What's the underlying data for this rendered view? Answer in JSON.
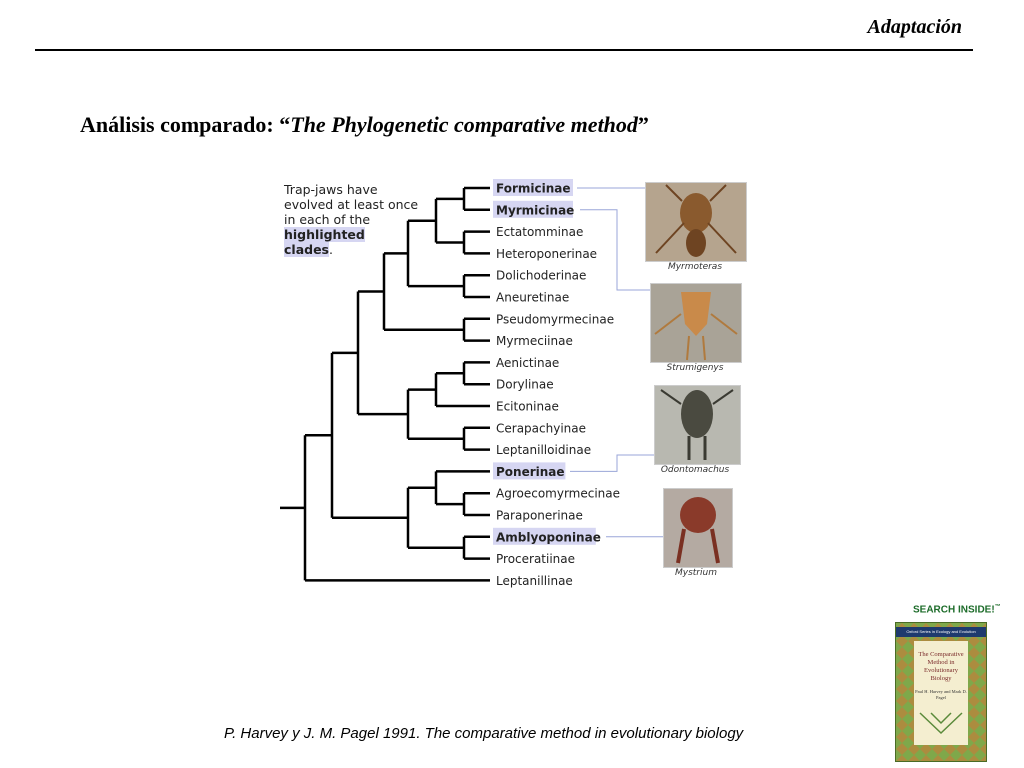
{
  "header": {
    "section_title": "Adaptación"
  },
  "slide": {
    "title_prefix": "Análisis comparado: “",
    "title_italic": "The Phylogenetic comparative method",
    "title_suffix": "”"
  },
  "figure": {
    "note": {
      "line1": "Trap-jaws have",
      "line2": "evolved at least once",
      "line3": "in each of the",
      "highlight1": "highlighted",
      "highlight2": "clades",
      "end": "."
    },
    "taxa": [
      {
        "name": "Formicinae",
        "highlighted": true
      },
      {
        "name": "Myrmicinae",
        "highlighted": true
      },
      {
        "name": "Ectatomminae",
        "highlighted": false
      },
      {
        "name": "Heteroponerinae",
        "highlighted": false
      },
      {
        "name": "Dolichoderinae",
        "highlighted": false
      },
      {
        "name": "Aneuretinae",
        "highlighted": false
      },
      {
        "name": "Pseudomyrmecinae",
        "highlighted": false
      },
      {
        "name": "Myrmeciinae",
        "highlighted": false
      },
      {
        "name": "Aenictinae",
        "highlighted": false
      },
      {
        "name": "Dorylinae",
        "highlighted": false
      },
      {
        "name": "Ecitoninae",
        "highlighted": false
      },
      {
        "name": "Cerapachyinae",
        "highlighted": false
      },
      {
        "name": "Leptanilloidinae",
        "highlighted": false
      },
      {
        "name": "Ponerinae",
        "highlighted": true
      },
      {
        "name": "Agroecomyrmecinae",
        "highlighted": false
      },
      {
        "name": "Paraponerinae",
        "highlighted": false
      },
      {
        "name": "Amblyoponinae",
        "highlighted": true
      },
      {
        "name": "Proceratiinae",
        "highlighted": false
      },
      {
        "name": "Leptanillinae",
        "highlighted": false
      }
    ],
    "photos": [
      {
        "caption": "Myrmoteras",
        "color": "#9a6a3a"
      },
      {
        "caption": "Strumigenys",
        "color": "#c98a4a"
      },
      {
        "caption": "Odontomachus",
        "color": "#4a4a40"
      },
      {
        "caption": "Mystrium",
        "color": "#8a3a2a"
      }
    ],
    "colors": {
      "branch": "#000000",
      "highlight": "#d6d6f2",
      "connector": "#9aa6d8"
    }
  },
  "citation": "P. Harvey y J. M. Pagel 1991. The comparative method in evolutionary biology",
  "book": {
    "search_prefix": "SEARCH ",
    "search_bold": "INSIDE!",
    "search_tm": "™",
    "series": "Oxford Series in Ecology and Evolution",
    "title": "The Comparative Method in Evolutionary Biology",
    "authors": "Paul H. Harvey and Mark D. Pagel"
  }
}
